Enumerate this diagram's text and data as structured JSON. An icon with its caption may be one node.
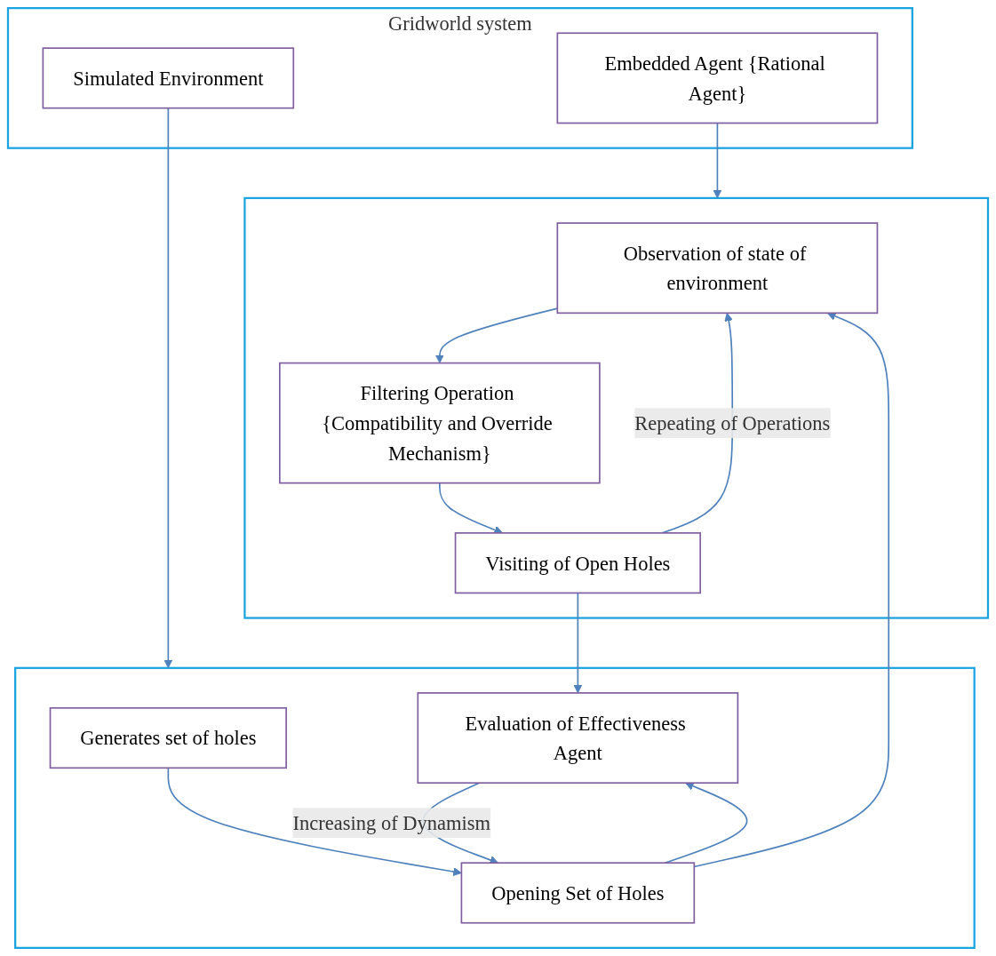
{
  "diagram": {
    "nodes": [
      {
        "text": [
          "Gridworld system"
        ]
      },
      {
        "text": [
          "Simulated Environment"
        ],
        "in": 0
      },
      {
        "text": [
          "Embedded Agent {Rational Agent}"
        ],
        "in": 0
      },
      {
        "text": [],
        "shape": "box"
      },
      {
        "text": [
          "Generates set of holes"
        ],
        "in": 3
      },
      {
        "text": [
          "Opening Set of Holes"
        ],
        "in": 3
      },
      {
        "text": [
          "Evaluation of Effectiveness Agent"
        ],
        "in": 3
      },
      {
        "text": [],
        "shape": "box"
      },
      {
        "text": [
          "Observation of state of environment"
        ],
        "in": 7
      },
      {
        "text": [
          "Filtering Operation {Compatibility and Override Mechanism}"
        ],
        "in": 7
      },
      {
        "text": [
          "Visiting of Open Holes"
        ],
        "in": 7
      }
    ],
    "edges": [
      {
        "from": 1,
        "to": 3,
        "arrow": "to"
      },
      {
        "from": 2,
        "to": 7,
        "arrow": "to"
      },
      {
        "from": 4,
        "to": 5,
        "arrow": "to"
      },
      {
        "from": 5,
        "to": 6,
        "arrow": "to"
      },
      {
        "from": 6,
        "to": 5,
        "arrow": "to",
        "label": "Increasing of Dynamism"
      },
      {
        "from": 5,
        "to": 8,
        "arrow": "to"
      },
      {
        "from": 8,
        "to": 9,
        "arrow": "to"
      },
      {
        "from": 9,
        "to": 10,
        "arrow": "to"
      },
      {
        "from": 10,
        "to": 6,
        "arrow": "to"
      },
      {
        "from": 10,
        "to": 8,
        "arrow": "to",
        "label": "Repeating of Operations"
      }
    ]
  }
}
